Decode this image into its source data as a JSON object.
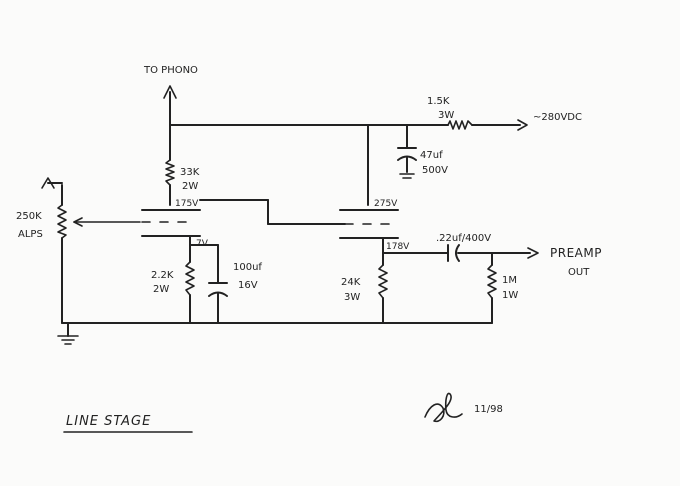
{
  "labels": {
    "to_phono": "TO PHONO",
    "supply": "~280VDC",
    "r_supply_value": "1.5K",
    "r_supply_power": "3W",
    "cap_supply_value": "47uf",
    "cap_supply_voltage": "500V",
    "r_plate1_value": "33K",
    "r_plate1_power": "2W",
    "v_plate1": "175V",
    "v_plate2": "275V",
    "pot_value": "250K",
    "pot_name": "ALPS",
    "v_cathode1": "7V",
    "r_cathode1_value": "2.2K",
    "r_cathode1_power": "2W",
    "cap_cathode_value": "100uf",
    "cap_cathode_voltage": "16V",
    "v_cathode2": "178V",
    "cap_out_value": ".22uf/400V",
    "r_cathode2_value": "24K",
    "r_cathode2_power": "3W",
    "r_out_value": "1M",
    "r_out_power": "1W",
    "output_line1": "PREAMP",
    "output_line2": "OUT",
    "title": "LINE STAGE",
    "date": "11/98"
  }
}
